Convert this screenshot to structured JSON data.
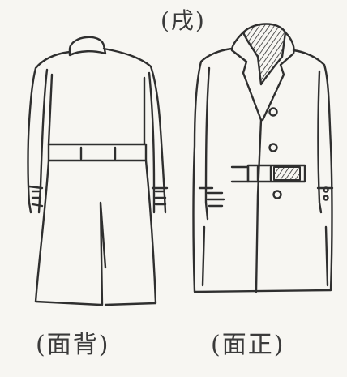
{
  "figure": {
    "top_label": "(戌)",
    "back_view_label": "(面背)",
    "front_view_label": "(面正)",
    "line_color": "#2f2f2f",
    "paper_color": "#f7f6f2"
  }
}
